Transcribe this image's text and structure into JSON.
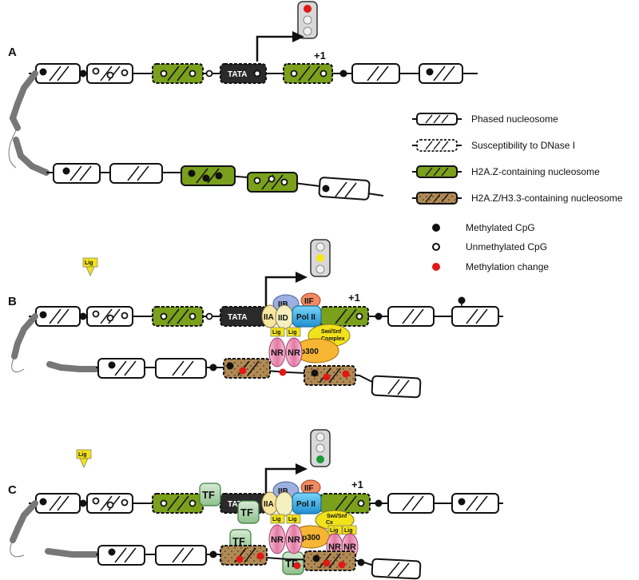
{
  "panels": {
    "a": "A",
    "b": "B",
    "c": "C"
  },
  "labels": {
    "tata": "TATA",
    "plus_one": "+1",
    "lig": "Lig",
    "pol2": "Pol II",
    "iia": "IIA",
    "iib": "IIB",
    "iid": "IID",
    "iif": "IIF",
    "p300": "p300",
    "swisnf_1": "Swi/Snf",
    "swisnf_2": "Complex",
    "swisnf_c": "Swi/Snf",
    "cx": "Cx",
    "nr": "NR",
    "tf": "TF"
  },
  "legend": {
    "phased": "Phased nucleosome",
    "dnase": "Susceptibility to DNase I",
    "h2az": "H2A.Z-containing nucleosome",
    "h2az_h33": "H2A.Z/H3.3-containing nucleosome",
    "methylated": "Methylated CpG",
    "unmethylated": "Unmethylated CpG",
    "change": "Methylation change"
  },
  "colors": {
    "h2az": "#7aa01c",
    "h2az_h33": "#b08a55",
    "lig": "#f2e21a",
    "pol2": "#2fb0e8",
    "tf": "#a9d2a8",
    "nr": "#e88ab0",
    "p300": "#f6b532",
    "swisnf": "#f2e21a",
    "iib": "#9db0e0",
    "iif": "#f08a60",
    "traffic_red": "#e01818",
    "traffic_yellow": "#f5e61a",
    "traffic_green": "#1a9a3a",
    "methylation_change": "#e01818"
  }
}
